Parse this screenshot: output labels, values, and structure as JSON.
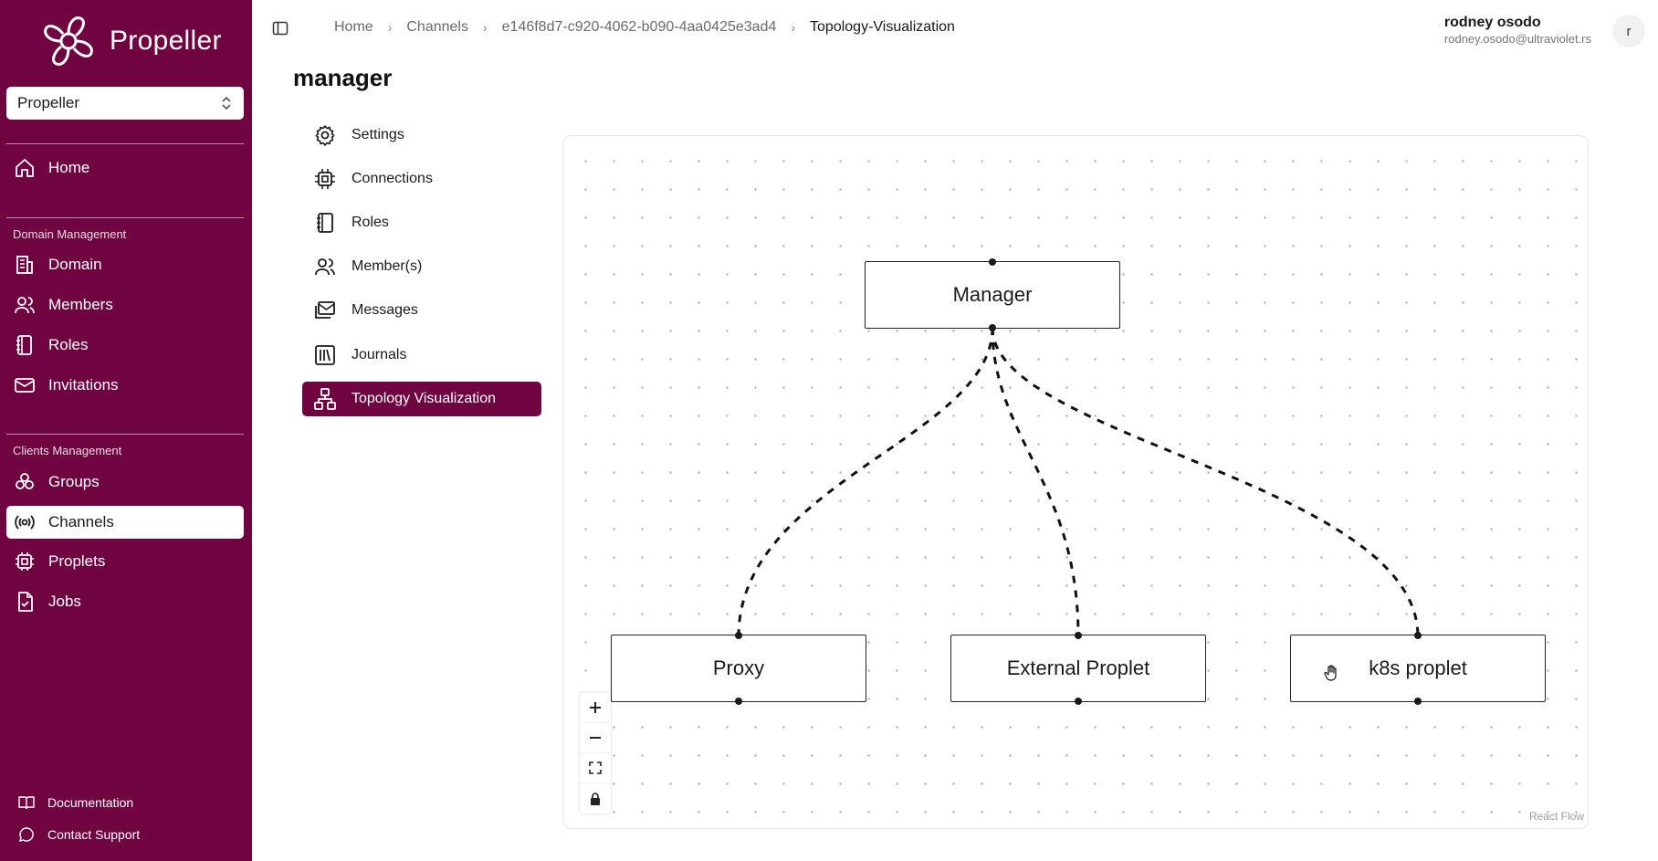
{
  "sidebar": {
    "brand": "Propeller",
    "switcher_value": "Propeller",
    "home": "Home",
    "domain_section": "Domain Management",
    "domain_items": [
      "Domain",
      "Members",
      "Roles",
      "Invitations"
    ],
    "clients_section": "Clients Management",
    "client_items": [
      "Groups",
      "Channels",
      "Proplets",
      "Jobs"
    ],
    "active_item": "Channels",
    "footer_items": [
      "Documentation",
      "Contact Support"
    ]
  },
  "breadcrumb": [
    "Home",
    "Channels",
    "e146f8d7-c920-4062-b090-4aa0425e3ad4",
    "Topology-Visualization"
  ],
  "user": {
    "name": "rodney osodo",
    "email": "rodney.osodo@ultraviolet.rs",
    "avatar_letter": "r"
  },
  "page": {
    "title": "manager"
  },
  "subnav": {
    "items": [
      "Settings",
      "Connections",
      "Roles",
      "Member(s)",
      "Messages",
      "Journals",
      "Topology Visualization"
    ],
    "active": "Topology Visualization"
  },
  "flow": {
    "nodes": [
      "Manager",
      "Proxy",
      "External Proplet",
      "k8s proplet"
    ],
    "attribution": "React Flow"
  },
  "colors": {
    "brand": "#700440",
    "text": "#1a1a1a",
    "muted": "#6b6b6b"
  }
}
